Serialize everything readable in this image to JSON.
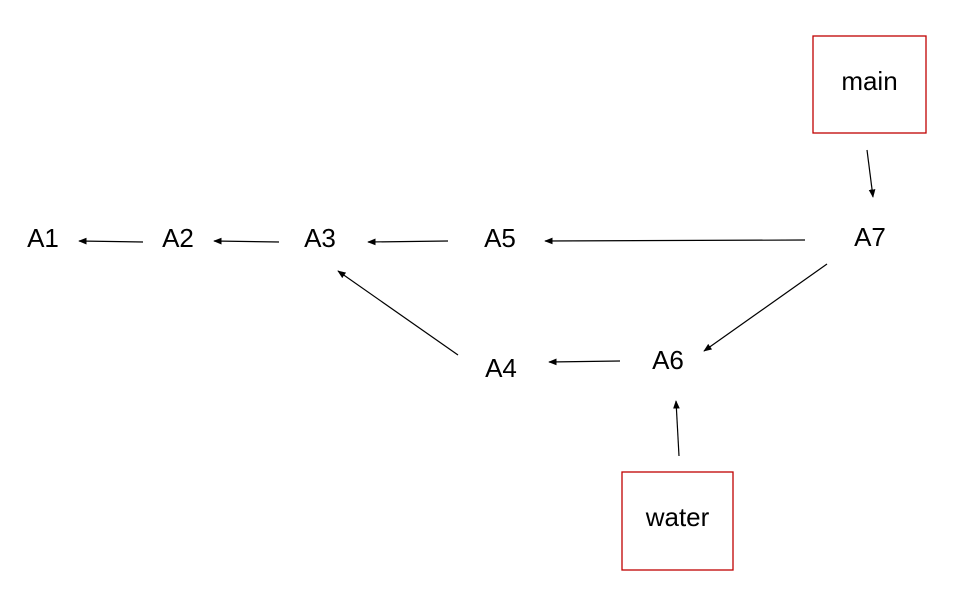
{
  "colors": {
    "box_border": "#c00000",
    "text": "#000000",
    "arrow": "#000000",
    "background": "#ffffff"
  },
  "branches": {
    "main": "main",
    "water": "water"
  },
  "nodes": {
    "a1": "A1",
    "a2": "A2",
    "a3": "A3",
    "a4": "A4",
    "a5": "A5",
    "a6": "A6",
    "a7": "A7"
  },
  "edges": [
    {
      "from": "A2",
      "to": "A1"
    },
    {
      "from": "A3",
      "to": "A2"
    },
    {
      "from": "A5",
      "to": "A3"
    },
    {
      "from": "A7",
      "to": "A5"
    },
    {
      "from": "A4",
      "to": "A3"
    },
    {
      "from": "A6",
      "to": "A4"
    },
    {
      "from": "A7",
      "to": "A6"
    },
    {
      "from": "main",
      "to": "A7"
    },
    {
      "from": "water",
      "to": "A6"
    }
  ]
}
